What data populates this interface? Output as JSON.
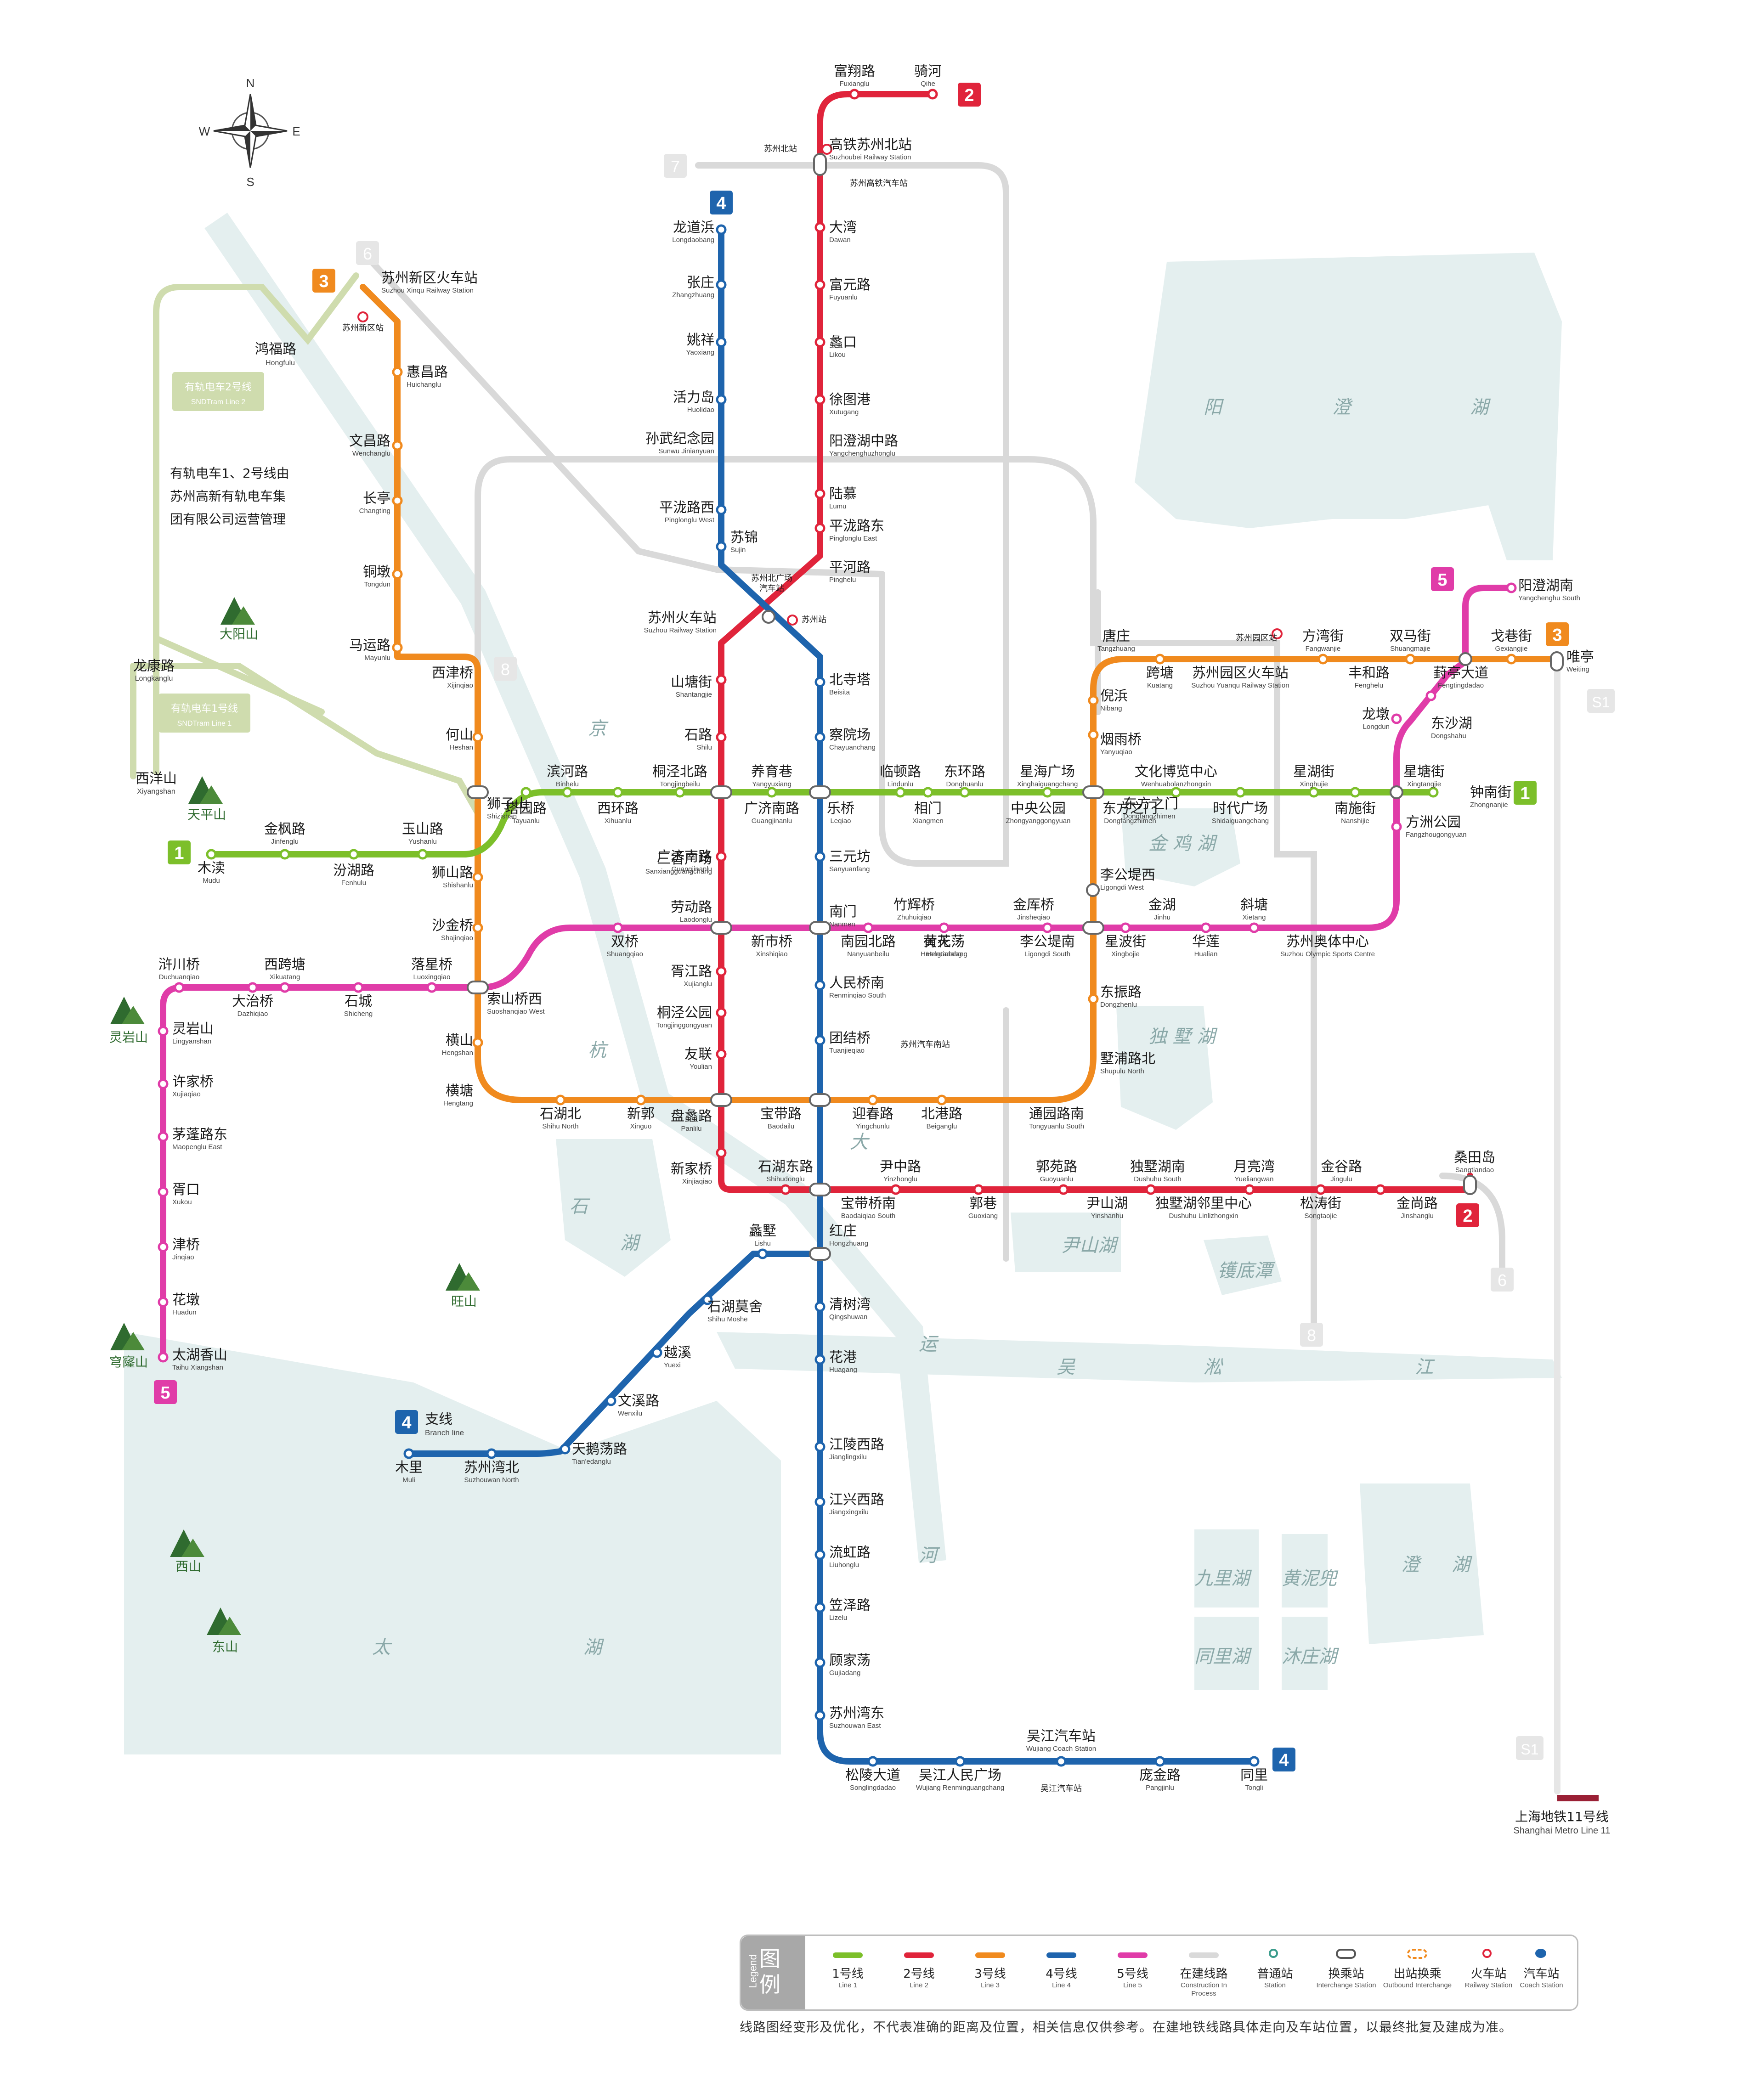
{
  "compass": {
    "n": "N",
    "s": "S",
    "e": "E",
    "w": "W"
  },
  "colors": {
    "line1": "#7cbf2a",
    "line2": "#e0243b",
    "line3": "#f08a1e",
    "line4": "#1e64ad",
    "line5": "#e03ca8",
    "construction": "#d9d9d9",
    "tram": "#cfdcae",
    "s1": "#e6e6e6",
    "metro11": "#9a2035",
    "water": "#e4efef"
  },
  "lines": {
    "line1": {
      "badge": "1",
      "stations": [
        {
          "cn": "木渎",
          "en": "Mudu"
        },
        {
          "cn": "金枫路",
          "en": "Jinfenglu"
        },
        {
          "cn": "汾湖路",
          "en": "Fenhulu"
        },
        {
          "cn": "玉山路",
          "en": "Yushanlu"
        },
        {
          "cn": "塔园路",
          "en": "Tayuanlu"
        },
        {
          "cn": "滨河路",
          "en": "Binhelu"
        },
        {
          "cn": "西环路",
          "en": "Xihuanlu"
        },
        {
          "cn": "桐泾北路",
          "en": "Tongjingbeilu"
        },
        {
          "cn": "广济南路",
          "en": "Guangjinanlu"
        },
        {
          "cn": "养育巷",
          "en": "Yangyuxiang"
        },
        {
          "cn": "乐桥",
          "en": "Leqiao"
        },
        {
          "cn": "临顿路",
          "en": "Lindunlu"
        },
        {
          "cn": "相门",
          "en": "Xiangmen"
        },
        {
          "cn": "东环路",
          "en": "Donghuanlu"
        },
        {
          "cn": "中央公园",
          "en": "Zhongyanggongyuan"
        },
        {
          "cn": "星海广场",
          "en": "Xinghaiguangchang"
        },
        {
          "cn": "东方之门",
          "en": "Dongfangzhimen"
        },
        {
          "cn": "文化博览中心",
          "en": "Wenhuabolanzhongxin"
        },
        {
          "cn": "时代广场",
          "en": "Shidaiguangchang"
        },
        {
          "cn": "星湖街",
          "en": "Xinghujie"
        },
        {
          "cn": "南施街",
          "en": "Nanshijie"
        },
        {
          "cn": "星塘街",
          "en": "Xingtangjie"
        },
        {
          "cn": "钟南街",
          "en": "Zhongnanjie"
        }
      ]
    },
    "line2": {
      "badge": "2",
      "stations": [
        {
          "cn": "富翔路",
          "en": "Fuxianglu"
        },
        {
          "cn": "骑河",
          "en": "Qihe"
        },
        {
          "cn": "高铁苏州北站",
          "en": "Suzhoubei Railway Station"
        },
        {
          "cn": "大湾",
          "en": "Dawan"
        },
        {
          "cn": "富元路",
          "en": "Fuyuanlu"
        },
        {
          "cn": "蠡口",
          "en": "Likou"
        },
        {
          "cn": "徐图港",
          "en": "Xutugang"
        },
        {
          "cn": "阳澄湖中路",
          "en": "Yangchenghuzhonglu"
        },
        {
          "cn": "陆慕",
          "en": "Lumu"
        },
        {
          "cn": "平泷路东",
          "en": "Pinglonglu East"
        },
        {
          "cn": "平河路",
          "en": "Pinghelu"
        },
        {
          "cn": "苏州火车站",
          "en": "Suzhou Railway Station"
        },
        {
          "cn": "山塘街",
          "en": "Shantangjie"
        },
        {
          "cn": "石路",
          "en": "Shilu"
        },
        {
          "cn": "广济南路",
          "en": "Guangjinanlu"
        },
        {
          "cn": "三香广场",
          "en": "Sanxiangguangchang"
        },
        {
          "cn": "劳动路",
          "en": "Laodonglu"
        },
        {
          "cn": "胥江路",
          "en": "Xujianglu"
        },
        {
          "cn": "桐泾公园",
          "en": "Tongjinggongyuan"
        },
        {
          "cn": "友联",
          "en": "Youlian"
        },
        {
          "cn": "盘蠡路",
          "en": "Panlilu"
        },
        {
          "cn": "新家桥",
          "en": "Xinjiaqiao"
        },
        {
          "cn": "石湖东路",
          "en": "Shihudonglu"
        },
        {
          "cn": "宝带桥南",
          "en": "Baodaiqiao South"
        },
        {
          "cn": "尹中路",
          "en": "Yinzhonglu"
        },
        {
          "cn": "郭巷",
          "en": "Guoxiang"
        },
        {
          "cn": "郭苑路",
          "en": "Guoyuanlu"
        },
        {
          "cn": "尹山湖",
          "en": "Yinshanhu"
        },
        {
          "cn": "独墅湖南",
          "en": "Dushuhu South"
        },
        {
          "cn": "独墅湖邻里中心",
          "en": "Dushuhu Linlizhongxin"
        },
        {
          "cn": "月亮湾",
          "en": "Yueliangwan"
        },
        {
          "cn": "松涛街",
          "en": "Songtaojie"
        },
        {
          "cn": "金谷路",
          "en": "Jingulu"
        },
        {
          "cn": "金尚路",
          "en": "Jinshanglu"
        },
        {
          "cn": "桑田岛",
          "en": "Sangtiandao"
        }
      ]
    },
    "line3": {
      "badge": "3",
      "stations": [
        {
          "cn": "苏州新区火车站",
          "en": "Suzhou Xinqu Railway Station"
        },
        {
          "cn": "惠昌路",
          "en": "Huichanglu"
        },
        {
          "cn": "文昌路",
          "en": "Wenchanglu"
        },
        {
          "cn": "长亭",
          "en": "Changting"
        },
        {
          "cn": "铜墩",
          "en": "Tongdun"
        },
        {
          "cn": "马运路",
          "en": "Mayunlu"
        },
        {
          "cn": "西津桥",
          "en": "Xijinqiao"
        },
        {
          "cn": "何山",
          "en": "Heshan"
        },
        {
          "cn": "狮子山",
          "en": "Shizishan"
        },
        {
          "cn": "狮山路",
          "en": "Shishanlu"
        },
        {
          "cn": "沙金桥",
          "en": "Shajinqiao"
        },
        {
          "cn": "索山桥西",
          "en": "Suoshanqiao West"
        },
        {
          "cn": "横山",
          "en": "Hengshan"
        },
        {
          "cn": "横塘",
          "en": "Hengtang"
        },
        {
          "cn": "石湖北",
          "en": "Shihu North"
        },
        {
          "cn": "新郭",
          "en": "Xinguo"
        },
        {
          "cn": "宝带路",
          "en": "Baodailu"
        },
        {
          "cn": "迎春路",
          "en": "Yingchunlu"
        },
        {
          "cn": "北港路",
          "en": "Beiganglu"
        },
        {
          "cn": "通园路南",
          "en": "Tongyuanlu South"
        },
        {
          "cn": "墅浦路北",
          "en": "Shupulu North"
        },
        {
          "cn": "东振路",
          "en": "Dongzhenlu"
        },
        {
          "cn": "李公堤西",
          "en": "Ligongdi West"
        },
        {
          "cn": "东方之门",
          "en": "Dongfangzhimen"
        },
        {
          "cn": "烟雨桥",
          "en": "Yanyuqiao"
        },
        {
          "cn": "倪浜",
          "en": "Nibang"
        },
        {
          "cn": "唐庄",
          "en": "Tangzhuang"
        },
        {
          "cn": "跨塘",
          "en": "Kuatang"
        },
        {
          "cn": "苏州园区火车站",
          "en": "Suzhou Yuanqu Railway Station"
        },
        {
          "cn": "方湾街",
          "en": "Fangwanjie"
        },
        {
          "cn": "丰和路",
          "en": "Fenghelu"
        },
        {
          "cn": "双马街",
          "en": "Shuangmajie"
        },
        {
          "cn": "葑亭大道",
          "en": "Fengtingdadao"
        },
        {
          "cn": "戈巷街",
          "en": "Gexiangjie"
        },
        {
          "cn": "唯亭",
          "en": "Weiting"
        }
      ]
    },
    "line4": {
      "badge": "4",
      "branch_cn": "支线",
      "branch_en": "Branch line",
      "stations": [
        {
          "cn": "龙道浜",
          "en": "Longdaobang"
        },
        {
          "cn": "张庄",
          "en": "Zhangzhuang"
        },
        {
          "cn": "姚祥",
          "en": "Yaoxiang"
        },
        {
          "cn": "活力岛",
          "en": "Huolidao"
        },
        {
          "cn": "孙武纪念园",
          "en": "Sunwu Jinianyuan"
        },
        {
          "cn": "平泷路西",
          "en": "Pinglonglu West"
        },
        {
          "cn": "苏锦",
          "en": "Sujin"
        },
        {
          "cn": "北寺塔",
          "en": "Beisita"
        },
        {
          "cn": "察院场",
          "en": "Chayuanchang"
        },
        {
          "cn": "三元坊",
          "en": "Sanyuanfang"
        },
        {
          "cn": "南门",
          "en": "Nanmen"
        },
        {
          "cn": "人民桥南",
          "en": "Renminqiao South"
        },
        {
          "cn": "团结桥",
          "en": "Tuanjieqiao"
        },
        {
          "cn": "红庄",
          "en": "Hongzhuang"
        },
        {
          "cn": "清树湾",
          "en": "Qingshuwan"
        },
        {
          "cn": "花港",
          "en": "Huagang"
        },
        {
          "cn": "江陵西路",
          "en": "Jianglingxilu"
        },
        {
          "cn": "江兴西路",
          "en": "Jiangxingxilu"
        },
        {
          "cn": "流虹路",
          "en": "Liuhonglu"
        },
        {
          "cn": "笠泽路",
          "en": "Lizelu"
        },
        {
          "cn": "顾家荡",
          "en": "Gujiadang"
        },
        {
          "cn": "苏州湾东",
          "en": "Suzhouwan East"
        },
        {
          "cn": "松陵大道",
          "en": "Songlingdadao"
        },
        {
          "cn": "吴江人民广场",
          "en": "Wujiang Renminguangchang"
        },
        {
          "cn": "吴江汽车站",
          "en": "Wujiang Coach Station"
        },
        {
          "cn": "庞金路",
          "en": "Pangjinlu"
        },
        {
          "cn": "同里",
          "en": "Tongli"
        },
        {
          "cn": "蠡墅",
          "en": "Lishu"
        },
        {
          "cn": "石湖莫舍",
          "en": "Shihu Moshe"
        },
        {
          "cn": "越溪",
          "en": "Yuexi"
        },
        {
          "cn": "文溪路",
          "en": "Wenxilu"
        },
        {
          "cn": "天鹅荡路",
          "en": "Tian'edanglu"
        },
        {
          "cn": "苏州湾北",
          "en": "Suzhouwan North"
        },
        {
          "cn": "木里",
          "en": "Muli"
        }
      ]
    },
    "line5": {
      "badge": "5",
      "stations": [
        {
          "cn": "阳澄湖南",
          "en": "Yangchenghu South"
        },
        {
          "cn": "龙墩",
          "en": "Longdun"
        },
        {
          "cn": "东沙湖",
          "en": "Dongshahu"
        },
        {
          "cn": "方洲公园",
          "en": "Fangzhougongyuan"
        },
        {
          "cn": "苏州奥体中心",
          "en": "Suzhou Olympic Sports Centre"
        },
        {
          "cn": "斜塘",
          "en": "Xietang"
        },
        {
          "cn": "华莲",
          "en": "Hualian"
        },
        {
          "cn": "金湖",
          "en": "Jinhu"
        },
        {
          "cn": "星波街",
          "en": "Xingbojie"
        },
        {
          "cn": "李公堤南",
          "en": "Ligongdi South"
        },
        {
          "cn": "金厍桥",
          "en": "Jinsheqiao"
        },
        {
          "cn": "黄天荡",
          "en": "Huangtiandang"
        },
        {
          "cn": "荷花荡",
          "en": "Hehuadang"
        },
        {
          "cn": "竹辉桥",
          "en": "Zhuhuiqiao"
        },
        {
          "cn": "南园北路",
          "en": "Nanyuanbeilu"
        },
        {
          "cn": "新市桥",
          "en": "Xinshiqiao"
        },
        {
          "cn": "双桥",
          "en": "Shuangqiao"
        },
        {
          "cn": "落星桥",
          "en": "Luoxingqiao"
        },
        {
          "cn": "石城",
          "en": "Shicheng"
        },
        {
          "cn": "西跨塘",
          "en": "Xikuatang"
        },
        {
          "cn": "大治桥",
          "en": "Dazhiqiao"
        },
        {
          "cn": "浒川桥",
          "en": "Duchuanqiao"
        },
        {
          "cn": "灵岩山",
          "en": "Lingyanshan"
        },
        {
          "cn": "许家桥",
          "en": "Xujiaqiao"
        },
        {
          "cn": "茅蓬路东",
          "en": "Maopenglu East"
        },
        {
          "cn": "胥口",
          "en": "Xukou"
        },
        {
          "cn": "津桥",
          "en": "Jinqiao"
        },
        {
          "cn": "花墩",
          "en": "Huadun"
        },
        {
          "cn": "太湖香山",
          "en": "Taihu Xiangshan"
        }
      ]
    }
  },
  "construction_badges": [
    "7",
    "6",
    "8",
    "8",
    "6"
  ],
  "s1_badge": "S1",
  "metro11": {
    "cn": "上海地铁11号线",
    "en": "Shanghai Metro Line 11"
  },
  "tram": {
    "line1": {
      "cn": "有轨电车1号线",
      "en": "SNDTram Line 1"
    },
    "line2": {
      "cn": "有轨电车2号线",
      "en": "SNDTram Line 2"
    },
    "stations": [
      {
        "cn": "鸿福路",
        "en": "Hongfulu"
      },
      {
        "cn": "龙康路",
        "en": "Longkanglu"
      },
      {
        "cn": "西洋山",
        "en": "Xiyangshan"
      }
    ],
    "note": [
      "有轨电车1、2号线由",
      "苏州高新有轨电车集",
      "团有限公司运营管理"
    ]
  },
  "railway": {
    "beizhan": "苏州北站",
    "xinqu": "苏州新区站",
    "suzhou": "苏州站",
    "yuanqu": "苏州园区站"
  },
  "coach": {
    "north_plaza": [
      "苏州北广场",
      "汽车站"
    ],
    "gaotie": "苏州高铁汽车站",
    "south": "苏州汽车南站",
    "wujiang": "吴江汽车站"
  },
  "mountains": [
    "大阳山",
    "天平山",
    "灵岩山",
    "旺山",
    "穹窿山",
    "西山",
    "东山"
  ],
  "water": {
    "yangcheng": [
      "阳",
      "澄",
      "湖"
    ],
    "jinji": "金 鸡 湖",
    "dushu": "独 墅 湖",
    "yinshan": "尹山湖",
    "lingdi": "镬底潭",
    "shihu": [
      "石",
      "湖"
    ],
    "taihu": [
      "太",
      "湖"
    ],
    "jiulihu": "九里湖",
    "huangnidou": "黄泥兜",
    "tonglihu": "同里湖",
    "muzhuanghu": "沐庄湖",
    "chenghu": [
      "澄",
      "湖"
    ],
    "wusong": [
      "吴",
      "淞",
      "江"
    ],
    "canal": [
      "京",
      "杭",
      "大",
      "运",
      "河"
    ]
  },
  "legend": {
    "title_cn": "图例",
    "title_en": "Legend",
    "items": [
      {
        "cn": "1号线",
        "en": "Line 1"
      },
      {
        "cn": "2号线",
        "en": "Line 2"
      },
      {
        "cn": "3号线",
        "en": "Line 3"
      },
      {
        "cn": "4号线",
        "en": "Line 4"
      },
      {
        "cn": "5号线",
        "en": "Line 5"
      },
      {
        "cn": "在建线路",
        "en": "Construction In Process"
      },
      {
        "cn": "普通站",
        "en": "Station"
      },
      {
        "cn": "换乘站",
        "en": "Interchange Station"
      },
      {
        "cn": "出站换乘",
        "en": "Outbound Interchange"
      },
      {
        "cn": "火车站",
        "en": "Railway Station"
      },
      {
        "cn": "汽车站",
        "en": "Coach Station"
      }
    ]
  },
  "disclaimer": "线路图经变形及优化，不代表准确的距离及位置，相关信息仅供参考。在建地铁线路具体走向及车站位置，以最终批复及建成为准。"
}
